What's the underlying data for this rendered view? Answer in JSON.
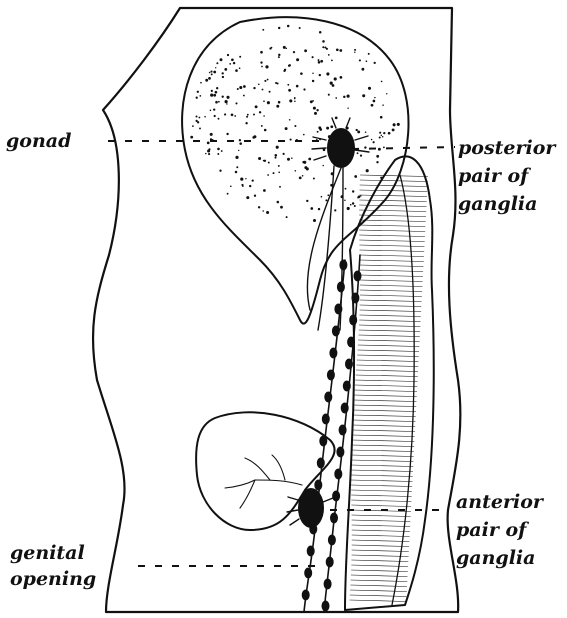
{
  "labels": {
    "gonad": "gonad",
    "posterior_ganglia": [
      "posterior",
      "pair of",
      "ganglia"
    ],
    "anterior_ganglia": [
      "anterior",
      "pair of",
      "ganglia"
    ],
    "genital_opening": [
      "genital",
      "opening"
    ]
  },
  "colors": {
    "ink": "#111111",
    "paper": "#ffffff"
  }
}
